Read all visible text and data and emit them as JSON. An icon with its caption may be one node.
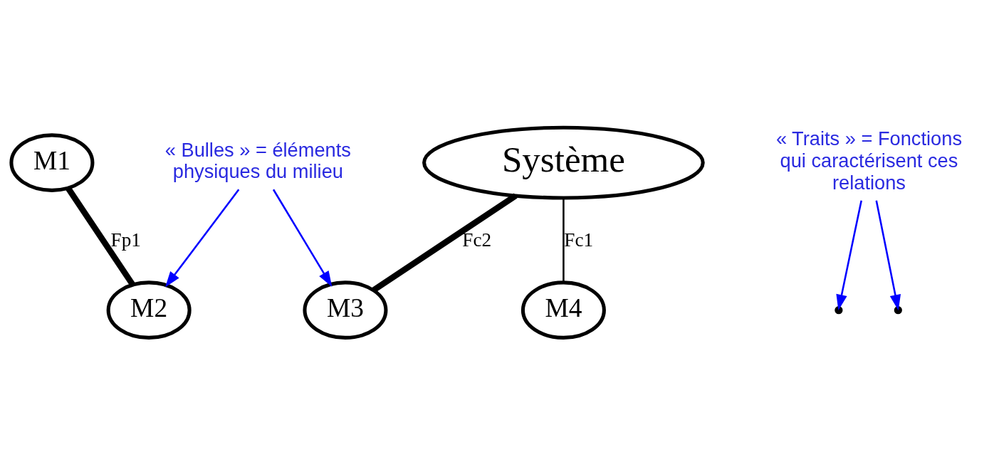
{
  "diagram": {
    "nodes": [
      {
        "text": [
          "M1"
        ]
      },
      {
        "text": [
          "M2"
        ]
      },
      {
        "text": [
          "M3"
        ]
      },
      {
        "text": [
          "Système"
        ]
      },
      {
        "text": [
          "M4"
        ]
      },
      {
        "text": [
          "« Bulles » = éléments physiques du milieu"
        ]
      },
      {
        "text": [
          "« Traits » = Fonctions qui caractérisent ces relations"
        ]
      }
    ],
    "edges": [
      {
        "from": 0,
        "to": 1,
        "arrow": "none",
        "label": "Fp1",
        "style": "thick",
        "color": "#000000"
      },
      {
        "from": 3,
        "to": 2,
        "arrow": "none",
        "label": "Fc2",
        "style": "thick",
        "color": "#000000"
      },
      {
        "from": 3,
        "to": 4,
        "arrow": "none",
        "label": "Fc1",
        "color": "#000000"
      },
      {
        "from": 5,
        "to": 1,
        "arrow": "to",
        "color": "#0000ff"
      },
      {
        "from": 5,
        "to": 2,
        "arrow": "to",
        "color": "#0000ff"
      },
      {
        "from": 6,
        "to": null,
        "arrow": "to",
        "color": "#0000ff"
      },
      {
        "from": 6,
        "to": null,
        "arrow": "to",
        "color": "#0000ff"
      }
    ]
  }
}
